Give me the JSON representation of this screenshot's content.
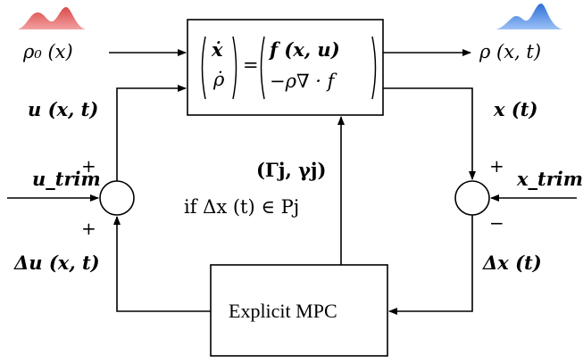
{
  "dynamics_block": {
    "lhs_top": "ẋ",
    "lhs_bottom": "ρ̇",
    "equals": "=",
    "rhs_top": "f (x, u)",
    "rhs_bottom": "−ρ∇ · f"
  },
  "controller_block": {
    "label": "Explicit MPC"
  },
  "signals": {
    "input_density": "ρ₀ (x)",
    "output_density": "ρ (x, t)",
    "control_input": "u (x, t)",
    "state": "x (t)",
    "trim_control": "u_trim",
    "trim_state": "x_trim",
    "control_delta": "Δu (x, t)",
    "state_delta": "Δx (t)",
    "gains": "(Γj, γj)",
    "region_condition": "if Δx (t) ∈ Pj"
  },
  "summing_junctions": {
    "left": {
      "top_sign": "+",
      "bottom_sign": "+"
    },
    "right": {
      "top_sign": "+",
      "bottom_sign": "−"
    }
  },
  "colors": {
    "input_density_fill": "#e05a5a",
    "output_density_fill": "#3a78d8",
    "line": "#000000"
  }
}
